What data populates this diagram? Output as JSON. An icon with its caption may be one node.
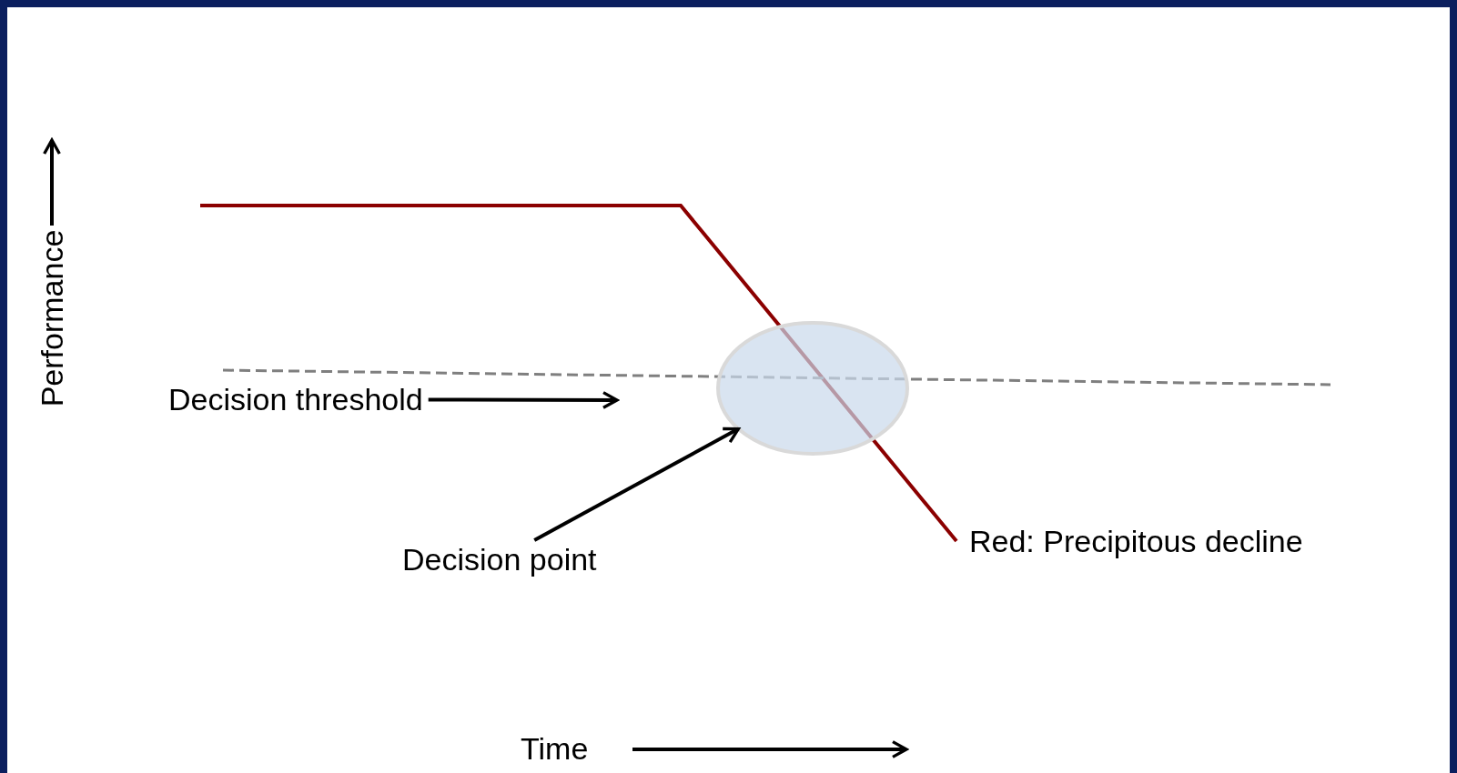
{
  "diagram": {
    "nodes": [
      {
        "text": [
          "Decision threshold"
        ]
      },
      {
        "text": [],
        "shape": "ellipse"
      },
      {
        "text": [
          "Decision point"
        ]
      }
    ],
    "edges": [
      {
        "from": 0,
        "to": null,
        "arrow": "to"
      },
      {
        "from": 2,
        "to": 1,
        "arrow": "to"
      }
    ],
    "labels": [
      "Performance",
      "Red: Precipitous decline",
      "Time"
    ]
  }
}
